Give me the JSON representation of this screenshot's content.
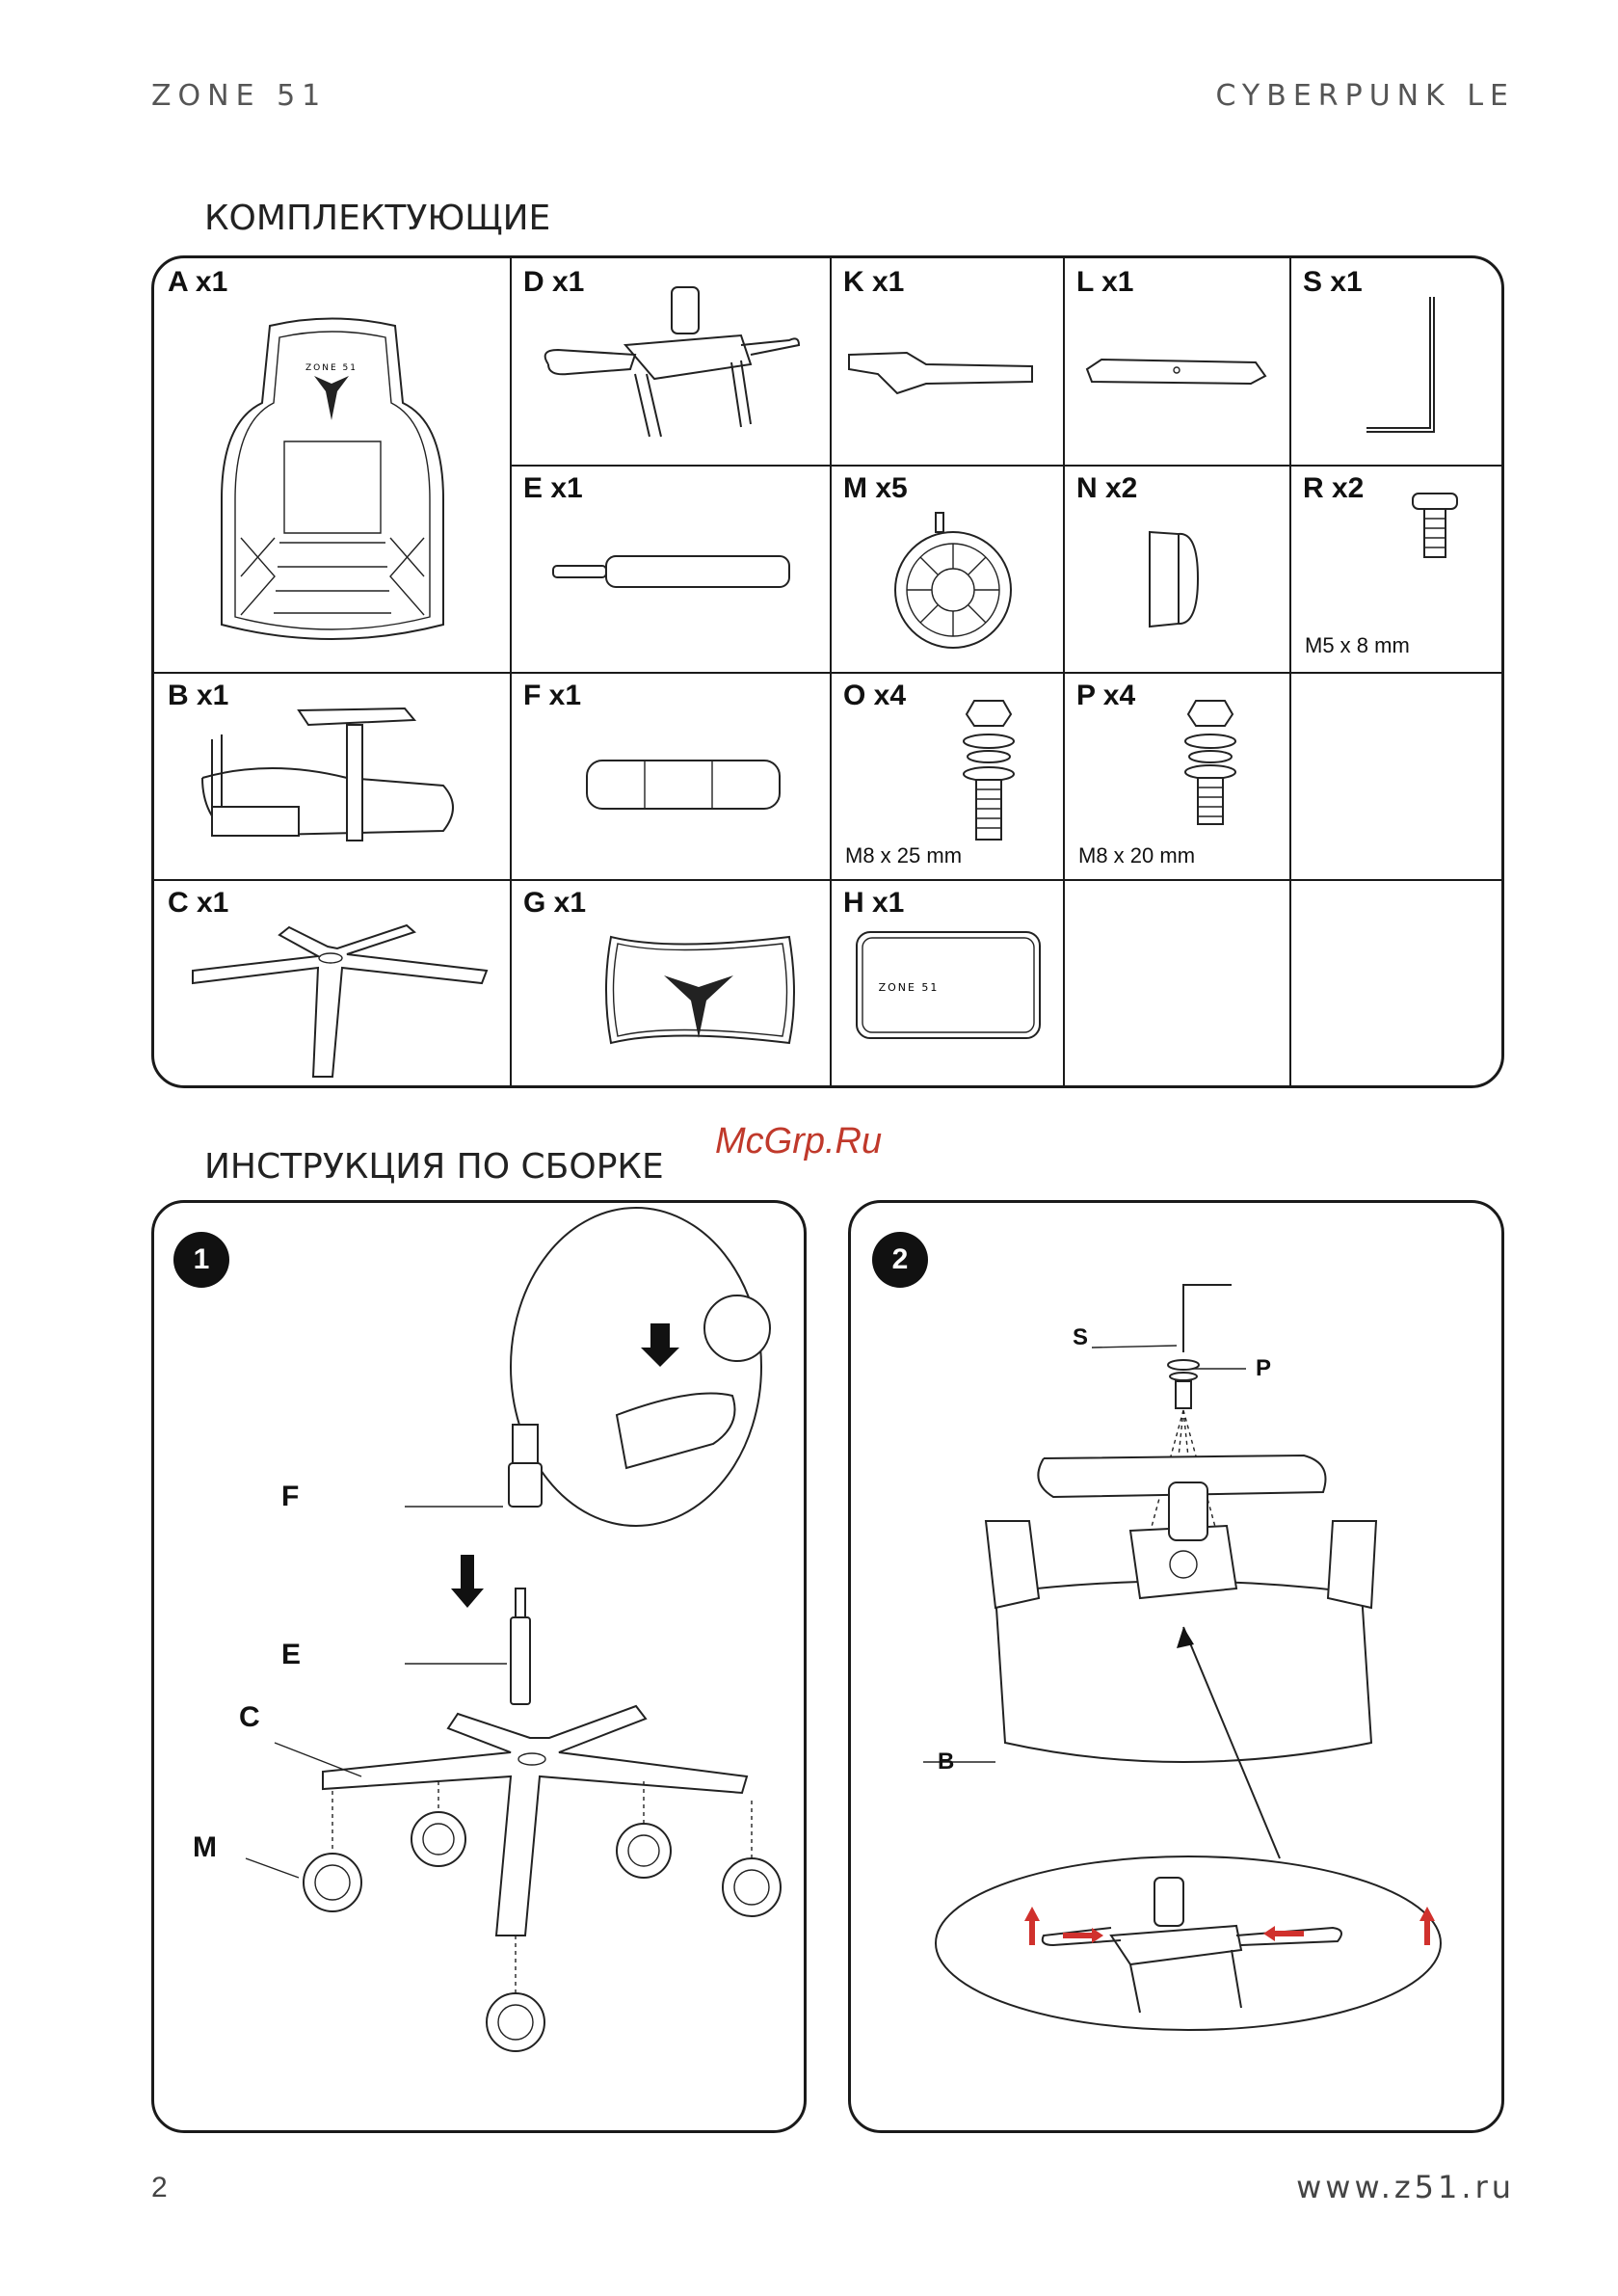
{
  "header": {
    "brand_left": "ZONE 51",
    "brand_right": "CYBERPUNK LE"
  },
  "parts_section": {
    "title": "КОМПЛЕКТУЮЩИЕ"
  },
  "parts": {
    "A": {
      "label": "A x1"
    },
    "D": {
      "label": "D x1"
    },
    "K": {
      "label": "K x1"
    },
    "L": {
      "label": "L x1"
    },
    "S": {
      "label": "S x1"
    },
    "E": {
      "label": "E x1"
    },
    "M": {
      "label": "M x5"
    },
    "N": {
      "label": "N x2"
    },
    "R": {
      "label": "R x2",
      "spec": "M5 x 8 mm"
    },
    "B": {
      "label": "B x1"
    },
    "F": {
      "label": "F x1"
    },
    "O": {
      "label": "O x4",
      "spec": "M8 x 25 mm"
    },
    "P": {
      "label": "P x4",
      "spec": "M8 x 20 mm"
    },
    "C": {
      "label": "C x1"
    },
    "G": {
      "label": "G x1"
    },
    "H": {
      "label": "H x1",
      "logo_text": "ZONE 51"
    },
    "A_logo_text": "ZONE 51"
  },
  "assembly_section": {
    "title": "ИНСТРУКЦИЯ ПО СБОРКЕ"
  },
  "steps": [
    {
      "number": "1",
      "callouts": [
        "F",
        "E",
        "C",
        "M"
      ]
    },
    {
      "number": "2",
      "callouts": [
        "S",
        "P",
        "B"
      ]
    }
  ],
  "watermark": "McGrp.Ru",
  "footer": {
    "page_number": "2",
    "url": "www.z51.ru"
  },
  "colors": {
    "ink": "#1a1a1a",
    "watermark": "#c0392b",
    "arrow_red": "#d0312d"
  }
}
